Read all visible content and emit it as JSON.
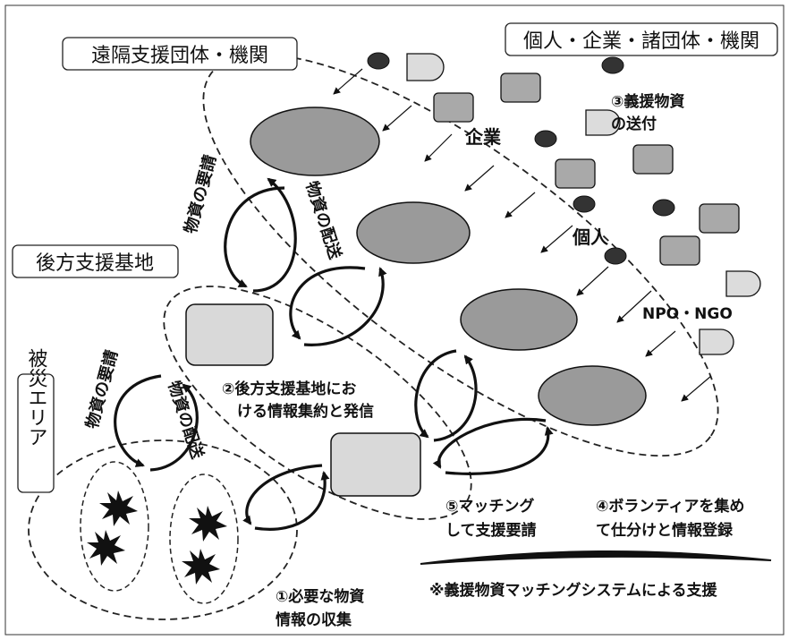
{
  "titles": {
    "remote": "遠隔支援団体・機関",
    "donors": "個人・企業・諸団体・機関",
    "rear_base": "後方支援基地",
    "disaster_area": "被災エリア"
  },
  "arrow_labels": {
    "request_upper": "物資の要請",
    "delivery_upper": "物資の配送",
    "request_lower": "物資の要請",
    "delivery_lower": "物資の配送"
  },
  "donor_labels": {
    "company": "企業",
    "individual": "個人",
    "npo": "NPO・NGO"
  },
  "steps": {
    "step1_line1": "①必要な物資",
    "step1_line2": "情報の収集",
    "step2_line1": "②後方支援基地にお",
    "step2_line2": "ける情報集約と発信",
    "step3_line1": "③義援物資",
    "step3_line2": "の送付",
    "step4_line1": "④ボランティアを集め",
    "step4_line2": "て仕分けと情報登録",
    "step5_line1": "⑤マッチング",
    "step5_line2": "して支援要請"
  },
  "footer_note": "※義援物資マッチングシステムによる支援",
  "colors": {
    "ellipse_fill": "#9a9a9a",
    "base_fill": "#d9d9d9",
    "company_box": "#a9a9a9",
    "individual_dot": "#333333",
    "npo_shape": "#dcdcdc"
  }
}
